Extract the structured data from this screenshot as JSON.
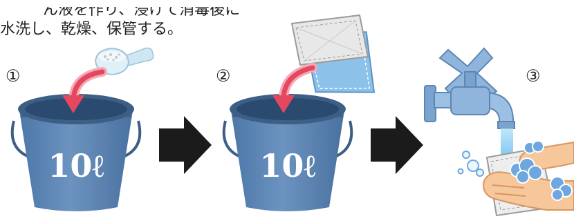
{
  "caption": {
    "line1": "ん液を作り、浸けて消毒後に",
    "line2": "水洗し、乾燥、保管する。"
  },
  "steps": [
    {
      "number": "①",
      "bucket_label": "10ℓ"
    },
    {
      "number": "②",
      "bucket_label": "10ℓ"
    },
    {
      "number": "③"
    }
  ],
  "colors": {
    "bucket_body": "#5f86b4",
    "bucket_rim": "#3d5f86",
    "bucket_inner": "#2b4a6f",
    "arrow_pink": "#e5475f",
    "step_arrow": "#1b1b1b",
    "faucet": "#8fb5dc",
    "water": "#9fd3f2",
    "soap": "#6ea7e0",
    "skin": "#f6c79a",
    "cloth_grey": "#e8e8e8",
    "cloth_blue": "#8cc1ea"
  }
}
